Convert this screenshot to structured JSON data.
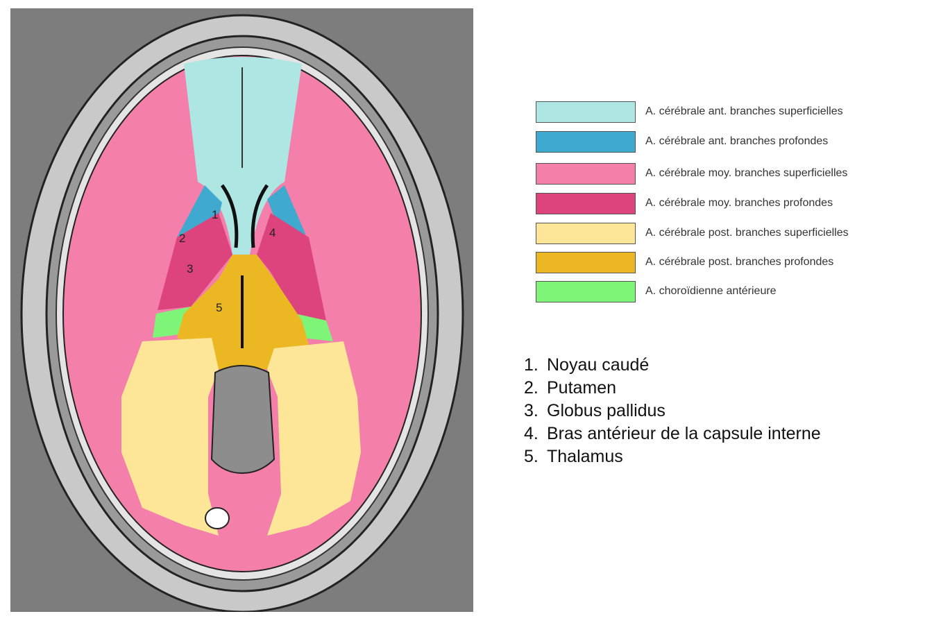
{
  "diagram": {
    "labels": [
      "1",
      "2",
      "3",
      "4",
      "5"
    ]
  },
  "legend": [
    {
      "label": "A. cérébrale ant. branches superficielles",
      "color": "#aee6e4"
    },
    {
      "label": "A. cérébrale ant. branches profondes",
      "color": "#3fa9d0"
    },
    {
      "label": "A. cérébrale moy. branches superficielles",
      "color": "#f47fab"
    },
    {
      "label": "A. cérébrale moy. branches profondes",
      "color": "#dd447d"
    },
    {
      "label": "A. cérébrale post. branches superficielles",
      "color": "#fde697"
    },
    {
      "label": "A. cérébrale post. branches profondes",
      "color": "#ebb824"
    },
    {
      "label": "A. choroïdienne antérieure",
      "color": "#7ef479"
    }
  ],
  "structures": [
    {
      "num": "1.",
      "label": "Noyau caudé"
    },
    {
      "num": "2.",
      "label": "Putamen"
    },
    {
      "num": "3.",
      "label": "Globus pallidus"
    },
    {
      "num": "4.",
      "label": "Bras antérieur de la capsule interne"
    },
    {
      "num": "5.",
      "label": "Thalamus"
    }
  ]
}
